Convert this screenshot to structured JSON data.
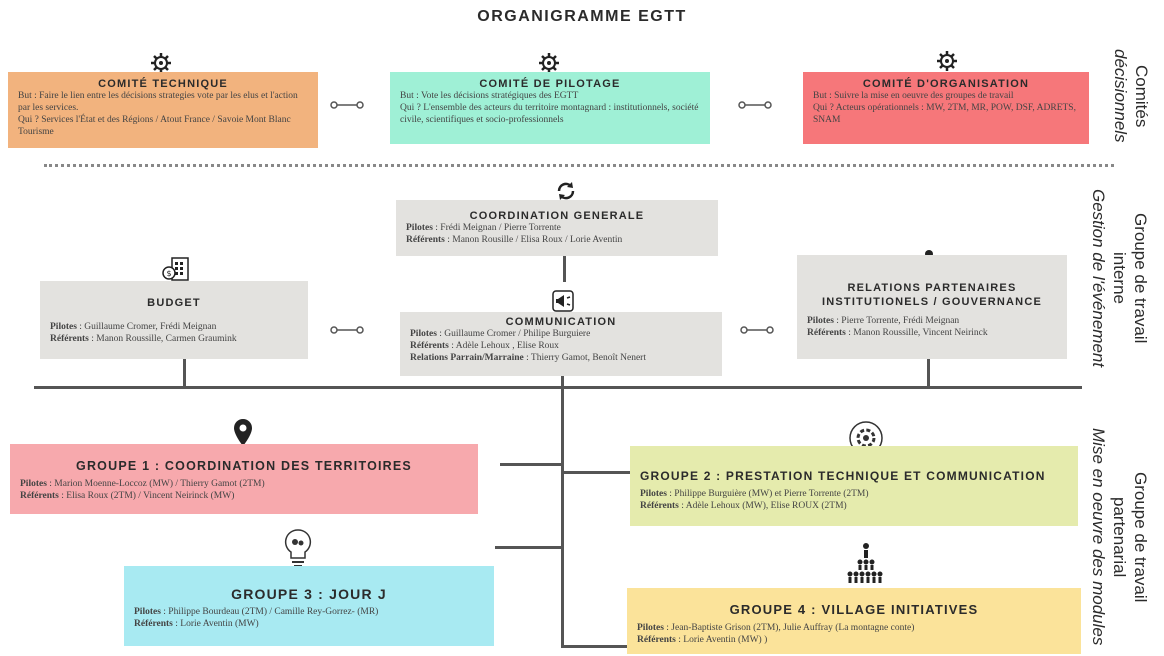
{
  "title": "ORGANIGRAMME EGTT",
  "side_labels": {
    "s1_main": "Comités",
    "s1_sub": "décisionnels",
    "s2_main_1": "Groupe de travail",
    "s2_main_2": "interne",
    "s2_sub": "Gestion de l'événement",
    "s3_main_1": "Groupe de travail",
    "s3_main_2": "partenarial",
    "s3_sub": "Mise en oeuvre des modules"
  },
  "committees": {
    "technique": {
      "title": "COMITÉ TECHNIQUE",
      "but": "But : Faire le lien entre les décisions strategies vote par les elus et l'action par les services.",
      "qui": "Qui ? Services l'État et des Régions / Atout France / Savoie Mont Blanc Tourisme"
    },
    "pilotage": {
      "title": "COMITÉ DE PILOTAGE",
      "but": "But : Vote les décisions stratégiques des EGTT",
      "qui": "Qui ? L'ensemble des acteurs du territoire montagnard : institutionnels, société civile, scientifiques et socio-professionnels"
    },
    "organisation": {
      "title": "COMITÉ D'ORGANISATION",
      "but": "But : Suivre la mise en oeuvre des groupes de travail",
      "qui": "Qui ? Acteurs opérationnels : MW, 2TM, MR, POW, DSF, ADRETS, SNAM"
    }
  },
  "internal": {
    "coordination": {
      "title": "COORDINATION GENERALE",
      "pilotes_label": "Pilotes",
      "pilotes": " : Frédi Meignan / Pierre Torrente",
      "referents_label": "Référents",
      "referents": " : Manon Rousille / Elisa Roux / Lorie Aventin"
    },
    "budget": {
      "title": "BUDGET",
      "pilotes_label": "Pilotes",
      "pilotes": " : Guillaume Cromer, Frédi Meignan",
      "referents_label": "Référents",
      "referents": " : Manon Roussille, Carmen Graumink"
    },
    "communication": {
      "title": "COMMUNICATION",
      "pilotes_label": "Pilotes",
      "pilotes": " : Guillaume Cromer / Philipe Burguiere",
      "referents_label": "Référents",
      "referents": " : Adèle Lehoux , Elise Roux",
      "parrain_label": "Relations Parrain/Marraine",
      "parrain": " : Thierry Gamot, Benoît Nenert"
    },
    "relations": {
      "title_1": "RELATIONS PARTENAIRES",
      "title_2": "INSTITUTIONELS / GOUVERNANCE",
      "pilotes_label": "Pilotes",
      "pilotes": " : Pierre Torrente, Frédi Meignan",
      "referents_label": "Référents",
      "referents": " : Manon Roussille, Vincent Neirinck"
    }
  },
  "groups": {
    "g1": {
      "title": "GROUPE 1 : COORDINATION DES TERRITOIRES",
      "pilotes_label": "Pilotes",
      "pilotes": " : Marion Moenne-Loccoz (MW) / Thierry Gamot (2TM)",
      "referents_label": "Référents",
      "referents": " : Elisa Roux (2TM) / Vincent Neirinck (MW)"
    },
    "g2": {
      "title": "GROUPE 2 : PRESTATION TECHNIQUE ET COMMUNICATION",
      "pilotes_label": "Pilotes",
      "pilotes": " : Philippe Burguière (MW) et Pierre Torrente (2TM)",
      "referents_label": "Référents",
      "referents": " : Adèle Lehoux (MW), Elise ROUX (2TM)"
    },
    "g3": {
      "title": "GROUPE 3 : JOUR J",
      "pilotes_label": "Pilotes",
      "pilotes": " : Philippe Bourdeau (2TM) / Camille Rey-Gorrez- (MR)",
      "referents_label": "Référents",
      "referents": " : Lorie Aventin (MW)"
    },
    "g4": {
      "title": "GROUPE 4 : VILLAGE INITIATIVES",
      "pilotes_label": "Pilotes",
      "pilotes": " : Jean-Baptiste Grison (2TM), Julie Auffray (La montagne conte)",
      "referents_label": "Référents",
      "referents": " : Lorie Aventin (MW) )"
    }
  },
  "colors": {
    "technique": "#f2b37e",
    "pilotage": "#9ff0d6",
    "organisation": "#f6777a",
    "internal": "#e3e2df",
    "g1": "#f7a9ad",
    "g2": "#e5ebad",
    "g3": "#a8eaf2",
    "g4": "#fbe39a"
  }
}
